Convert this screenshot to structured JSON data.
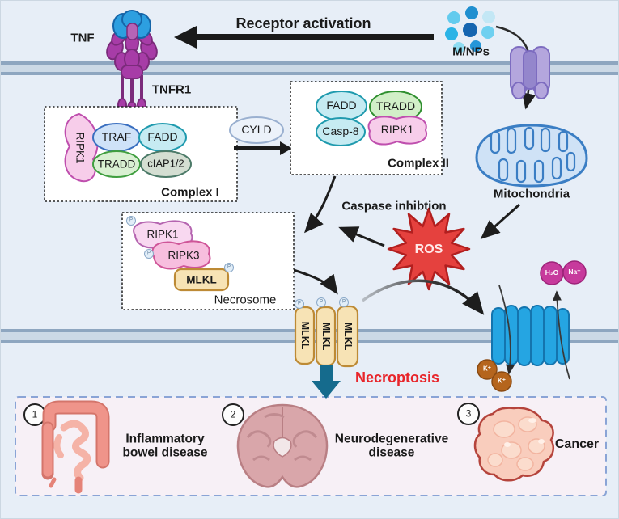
{
  "title_area": {
    "receptor_activation": "Receptor activation",
    "tnf": "TNF",
    "tnfr1": "TNFR1",
    "mnps": "M/NPs"
  },
  "complex1": {
    "title": "Complex I",
    "members": {
      "ripk1": "RIPK1",
      "traf": "TRAF",
      "fadd": "FADD",
      "tradd": "TRADD",
      "ciap": "cIAP1/2"
    }
  },
  "cyld": {
    "label": "CYLD"
  },
  "complex2": {
    "title": "Complex II",
    "members": {
      "fadd": "FADD",
      "tradd": "TRADD",
      "casp8": "Casp-8",
      "ripk1": "RIPK1"
    }
  },
  "mitochondria": {
    "label": "Mitochondria"
  },
  "signals": {
    "caspase_inhibition": "Caspase inhibtion",
    "ros": "ROS",
    "necroptosis": "Necroptosis"
  },
  "necrosome": {
    "title": "Necrosome",
    "members": {
      "ripk1": "RIPK1",
      "ripk3": "RIPK3",
      "mlkl": "MLKL"
    },
    "phosphate": "P"
  },
  "membrane_pore": {
    "mlkl": "MLKL",
    "ions": {
      "h2o": "H₂O",
      "na": "Na⁺",
      "k": "K⁺"
    }
  },
  "diseases": [
    {
      "number": "1",
      "label": "Inflammatory bowel disease"
    },
    {
      "number": "2",
      "label": "Neurodegenerative disease"
    },
    {
      "number": "3",
      "label": "Cancer"
    }
  ],
  "colors": {
    "background": "#e7eef7",
    "ros_star": "#e5413e",
    "necroptosis_text": "#e8252a",
    "necroptosis_arrow": "#156b8d",
    "membrane_line": "#8ea6c0",
    "channel_blue": "#25a5e2",
    "mlkl_tan": "#f7e3b5",
    "ripk_pink": "#f7cdea",
    "ion_magenta": "#c73a9c",
    "ion_brown": "#b5651d"
  }
}
